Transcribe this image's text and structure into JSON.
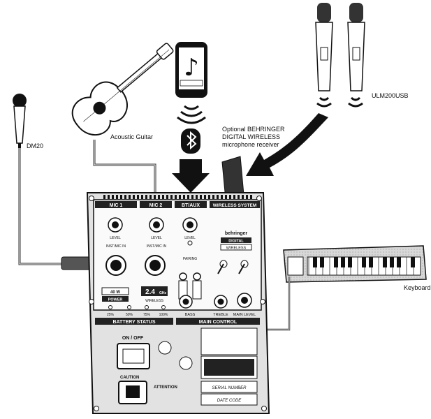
{
  "labels": {
    "dm20": "DM20",
    "acoustic_guitar": "Acoustic Guitar",
    "receiver_line1": "Optional BEHRINGER",
    "receiver_line2": "DIGITAL WIRELESS",
    "receiver_line3": "microphone receiver",
    "ulm200usb": "ULM200USB",
    "keyboard": "Keyboard"
  },
  "panel": {
    "mic1": "MIC 1",
    "mic2": "MIC 2",
    "bt_aux": "BT/AUX",
    "wireless_system": "WIRELESS SYSTEM",
    "level": "LEVEL",
    "inst_mic_in": "INST/MIC IN",
    "pairing": "PAIRING",
    "battery_status": "BATTERY STATUS",
    "main_control": "MAIN CONTROL",
    "bass": "BASS",
    "treble": "TREBLE",
    "main_level": "MAIN LEVEL",
    "on_off": "ON / OFF",
    "caution": "CAUTION",
    "attention": "ATTENTION",
    "serial_number": "SERIAL NUMBER",
    "date_code": "DATE CODE",
    "brand": "behringer",
    "digital": "DIGITAL",
    "wireless": "WIRELESS",
    "power_40w": "40 W",
    "power": "POWER",
    "band_24": "2.4",
    "ghz": "GHz",
    "wireless_badge": "WIRELESS",
    "pct_25": "25%",
    "pct_50": "50%",
    "pct_75": "75%",
    "pct_100": "100%"
  }
}
